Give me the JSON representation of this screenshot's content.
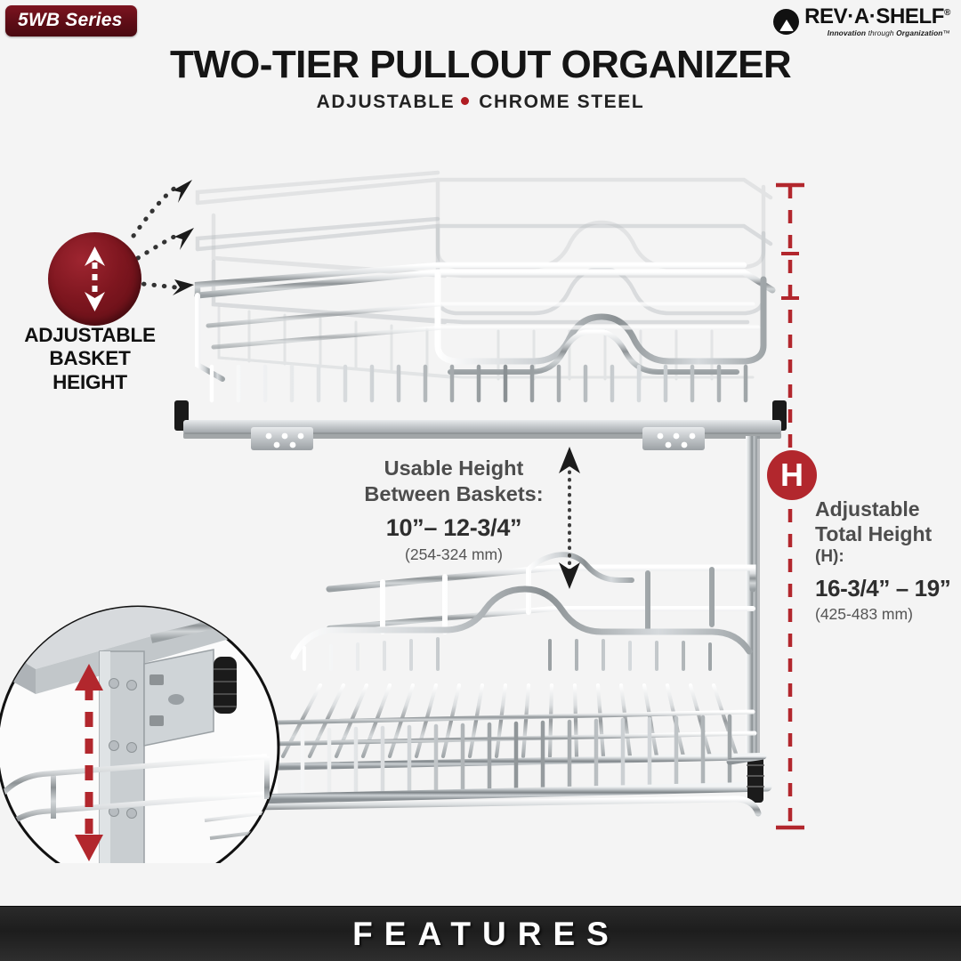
{
  "header": {
    "series_badge": "5WB Series",
    "brand_name": "REV·A·SHELF",
    "brand_reg": "®",
    "brand_tagline_1": "Innovation",
    "brand_tagline_2": "through",
    "brand_tagline_3": "Organization",
    "brand_tagline_tm": "™",
    "title": "TWO-TIER PULLOUT ORGANIZER",
    "subtitle_left": "ADJUSTABLE",
    "subtitle_right": "CHROME STEEL"
  },
  "callouts": {
    "adjustable_basket": {
      "line1": "ADJUSTABLE",
      "line2": "BASKET",
      "line3": "HEIGHT",
      "icon": "up-down-arrow-icon",
      "badge_color": "#7e161f"
    },
    "usable_height": {
      "line1": "Usable Height",
      "line2": "Between Baskets:",
      "value": "10”– 12-3/4”",
      "metric": "(254-324 mm)",
      "icon": "dotted-double-arrow-icon"
    },
    "total_height": {
      "badge": "H",
      "badge_color": "#b2272d",
      "line1": "Adjustable",
      "line2": "Total Height",
      "line3": "(H):",
      "value": "16-3/4” – 19”",
      "metric": "(425-483 mm)"
    }
  },
  "footer": {
    "label": "FEATURES"
  },
  "colors": {
    "brand_red": "#b2272d",
    "badge_dark_red": "#5e0d16",
    "background": "#f4f4f4",
    "text_dark": "#151515",
    "text_gray": "#4d4d4d"
  },
  "product": {
    "name": "two-tier-chrome-pullout-basket",
    "tiers": 2,
    "ghost_positions": 3,
    "detail_inset": "slide-bracket-closeup"
  }
}
